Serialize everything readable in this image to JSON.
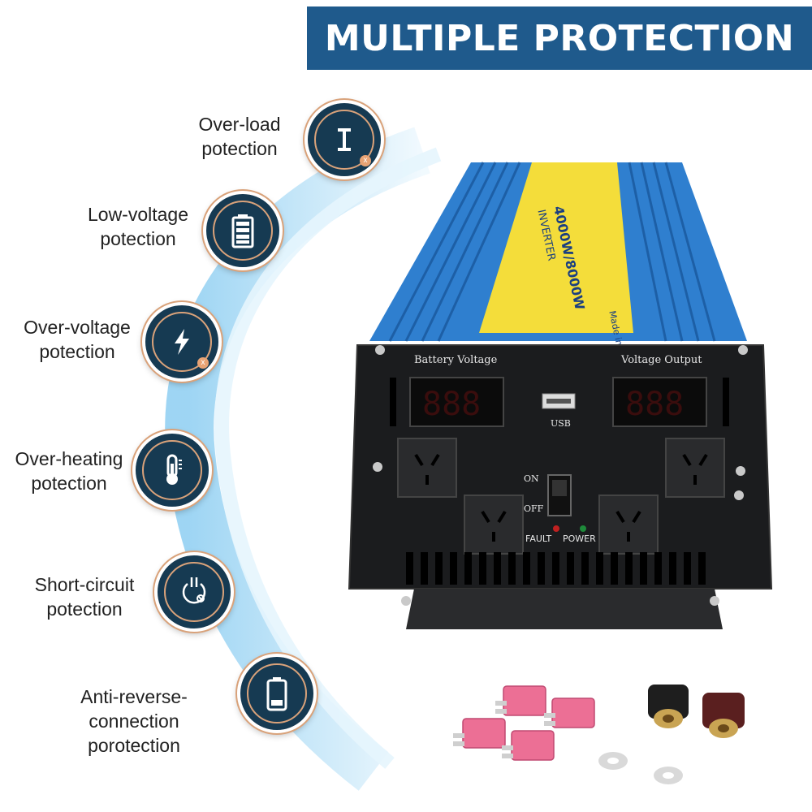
{
  "banner": {
    "title": "MULTIPLE PROTECTION"
  },
  "features": [
    {
      "line1": "Over-load",
      "line2": "potection",
      "icon": "overload-icon"
    },
    {
      "line1": "Low-voltage",
      "line2": "potection",
      "icon": "battery-icon"
    },
    {
      "line1": "Over-voltage",
      "line2": "potection",
      "icon": "lightning-icon"
    },
    {
      "line1": "Over-heating",
      "line2": "potection",
      "icon": "thermometer-icon"
    },
    {
      "line1": "Short-circuit",
      "line2": "potection",
      "icon": "short-circuit-icon"
    },
    {
      "line1": "Anti-reverse-connection",
      "line2": "porotection",
      "icon": "reverse-battery-icon"
    }
  ],
  "device": {
    "battery_voltage_label": "Battery Voltage",
    "voltage_output_label": "Voltage Output",
    "display_left": "888",
    "display_right": "888",
    "usb_label": "USB",
    "on_label": "ON",
    "off_label": "OFF",
    "fault_label": "FAULT",
    "power_label": "POWER",
    "brand_label": "4000W/8000W",
    "inverter_label": "INVERTER",
    "made_label": "Made in China"
  },
  "colors": {
    "banner": "#1f5a8c",
    "icon_bg": "#163a52",
    "icon_ring": "#d9a27a",
    "arc": "#8fd0f2",
    "device_blue": "#2f7fcf",
    "panel": "#1b1c1e",
    "led_red": "#c02020"
  }
}
